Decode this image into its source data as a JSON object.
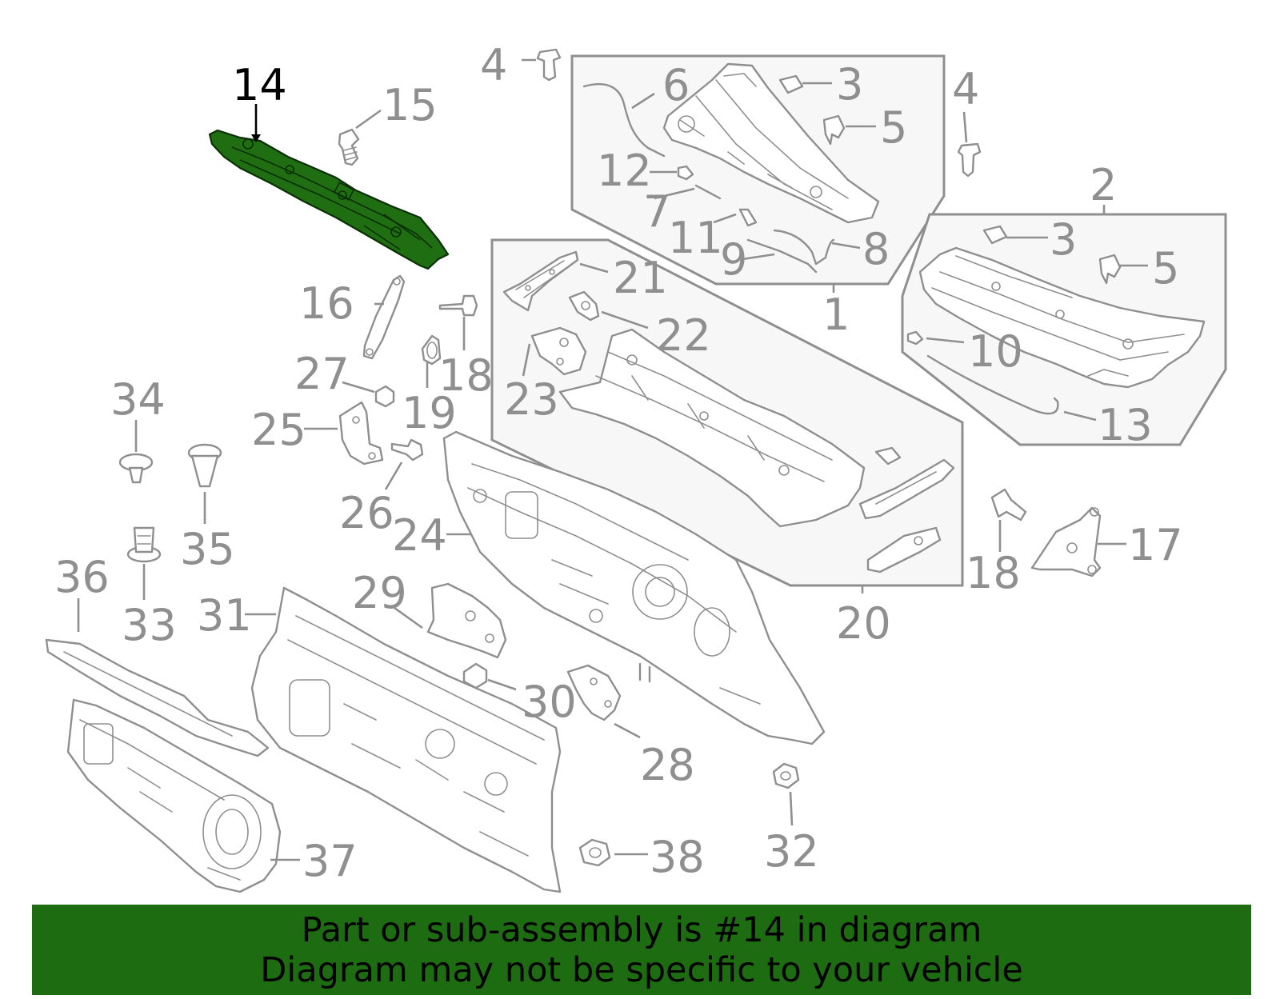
{
  "highlighted_part": "14",
  "callouts": [
    {
      "id": "c1",
      "label": "1"
    },
    {
      "id": "c2",
      "label": "2"
    },
    {
      "id": "c3a",
      "label": "3"
    },
    {
      "id": "c3b",
      "label": "3"
    },
    {
      "id": "c4a",
      "label": "4"
    },
    {
      "id": "c4b",
      "label": "4"
    },
    {
      "id": "c5a",
      "label": "5"
    },
    {
      "id": "c5b",
      "label": "5"
    },
    {
      "id": "c6",
      "label": "6"
    },
    {
      "id": "c7",
      "label": "7"
    },
    {
      "id": "c8",
      "label": "8"
    },
    {
      "id": "c9",
      "label": "9"
    },
    {
      "id": "c10",
      "label": "10"
    },
    {
      "id": "c11",
      "label": "11"
    },
    {
      "id": "c12",
      "label": "12"
    },
    {
      "id": "c13",
      "label": "13"
    },
    {
      "id": "c14",
      "label": "14"
    },
    {
      "id": "c15",
      "label": "15"
    },
    {
      "id": "c16",
      "label": "16"
    },
    {
      "id": "c17",
      "label": "17"
    },
    {
      "id": "c18a",
      "label": "18"
    },
    {
      "id": "c18b",
      "label": "18"
    },
    {
      "id": "c19",
      "label": "19"
    },
    {
      "id": "c20",
      "label": "20"
    },
    {
      "id": "c21",
      "label": "21"
    },
    {
      "id": "c22",
      "label": "22"
    },
    {
      "id": "c23",
      "label": "23"
    },
    {
      "id": "c24",
      "label": "24"
    },
    {
      "id": "c25",
      "label": "25"
    },
    {
      "id": "c26",
      "label": "26"
    },
    {
      "id": "c27",
      "label": "27"
    },
    {
      "id": "c28",
      "label": "28"
    },
    {
      "id": "c29",
      "label": "29"
    },
    {
      "id": "c30",
      "label": "30"
    },
    {
      "id": "c31",
      "label": "31"
    },
    {
      "id": "c32",
      "label": "32"
    },
    {
      "id": "c33",
      "label": "33"
    },
    {
      "id": "c34",
      "label": "34"
    },
    {
      "id": "c35",
      "label": "35"
    },
    {
      "id": "c36",
      "label": "36"
    },
    {
      "id": "c37",
      "label": "37"
    },
    {
      "id": "c38",
      "label": "38"
    }
  ],
  "banner": {
    "line1": "Part or sub-assembly is #14 in diagram",
    "line2": "Diagram may not be specific to your vehicle"
  },
  "colors": {
    "banner": "#1e6c12",
    "highlight_part": "#1f6e12",
    "line_art": "#8f8f8f",
    "highlight_label": "#000000"
  }
}
